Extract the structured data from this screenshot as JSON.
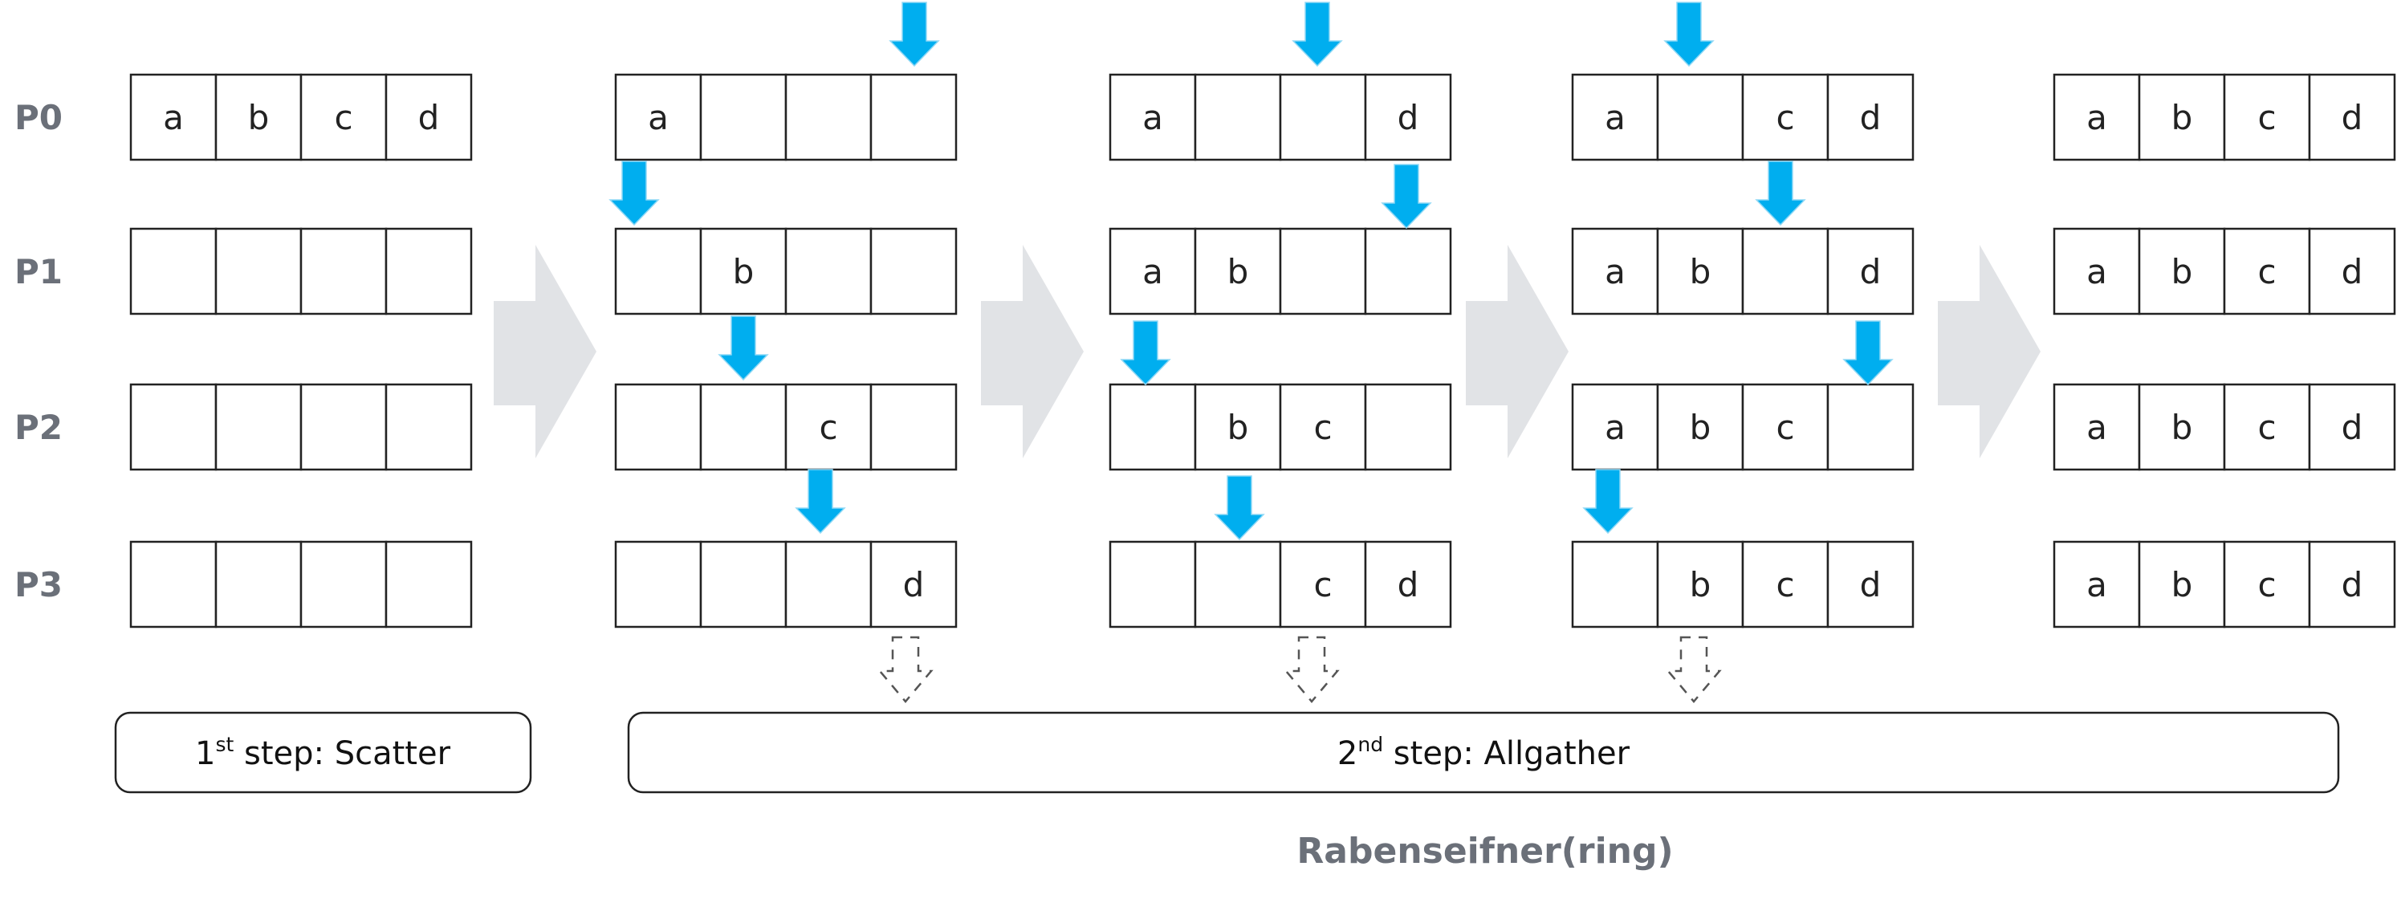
{
  "processes": [
    "P0",
    "P1",
    "P2",
    "P3"
  ],
  "stages": [
    {
      "rows": [
        [
          "a",
          "b",
          "c",
          "d"
        ],
        [
          "",
          "",
          "",
          ""
        ],
        [
          "",
          "",
          "",
          ""
        ],
        [
          "",
          "",
          "",
          ""
        ]
      ]
    },
    {
      "rows": [
        [
          "a",
          "",
          "",
          ""
        ],
        [
          "",
          "b",
          "",
          ""
        ],
        [
          "",
          "",
          "c",
          ""
        ],
        [
          "",
          "",
          "",
          "d"
        ]
      ]
    },
    {
      "rows": [
        [
          "a",
          "",
          "",
          "d"
        ],
        [
          "a",
          "b",
          "",
          ""
        ],
        [
          "",
          "b",
          "c",
          ""
        ],
        [
          "",
          "",
          "c",
          "d"
        ]
      ]
    },
    {
      "rows": [
        [
          "a",
          "",
          "c",
          "d"
        ],
        [
          "a",
          "b",
          "",
          "d"
        ],
        [
          "a",
          "b",
          "c",
          ""
        ],
        [
          "",
          "b",
          "c",
          "d"
        ]
      ]
    },
    {
      "rows": [
        [
          "a",
          "b",
          "c",
          "d"
        ],
        [
          "a",
          "b",
          "c",
          "d"
        ],
        [
          "a",
          "b",
          "c",
          "d"
        ],
        [
          "a",
          "b",
          "c",
          "d"
        ]
      ]
    }
  ],
  "steps": {
    "scatter": {
      "num": "1",
      "sup": "st",
      "text": " step: Scatter"
    },
    "allgather": {
      "num": "2",
      "sup": "nd",
      "text": " step: Allgather"
    }
  },
  "title": "Rabenseifner(ring)",
  "colors": {
    "arrow": "#00aeef",
    "stage_arrow": "#e1e3e6",
    "label": "#6b7079",
    "border": "#222222"
  },
  "icons": {
    "transfer": "down-arrow-icon",
    "stage": "stage-arrow-icon",
    "iteration": "dashed-down-arrow-icon"
  }
}
